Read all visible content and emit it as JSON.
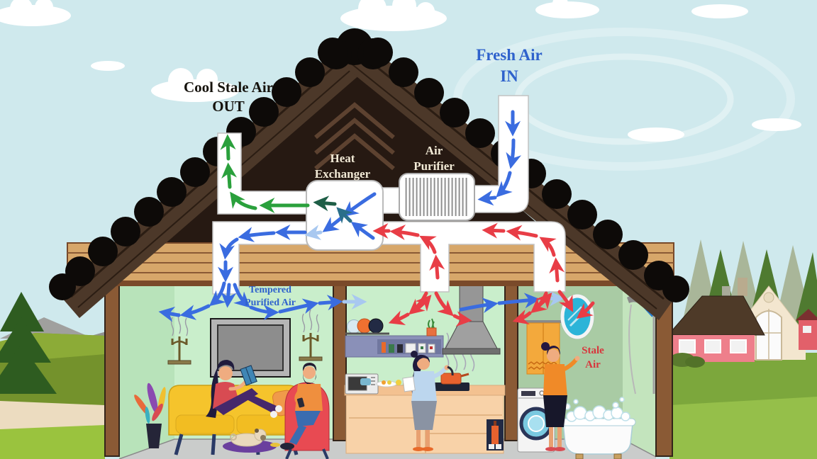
{
  "diagram": {
    "title": "Home heat-recovery ventilation diagram",
    "labels": {
      "cool_out_1": "Cool Stale Air",
      "cool_out_2": "OUT",
      "fresh_in_1": "Fresh Air",
      "fresh_in_2": "IN",
      "heat_exchanger_1": "Heat",
      "heat_exchanger_2": "Exchanger",
      "air_purifier_1": "Air",
      "air_purifier_2": "Purifier",
      "tempered_1": "Tempered",
      "tempered_2": "Purified Air",
      "stale_1": "Stale",
      "stale_2": "Air"
    },
    "palette": {
      "sky": "#cfe9ed",
      "label_blue": "#2f62cc",
      "label_black": "#15120c",
      "label_cream": "#f2ead6",
      "label_red": "#d8353c",
      "arrow_blue": "#3a6ce0",
      "arrow_light_blue": "#a8c8f0",
      "arrow_green": "#2aa03c",
      "arrow_dark_green": "#1e5e46",
      "arrow_teal": "#2a6f8a",
      "arrow_red": "#e83d46",
      "roof_brown": "#4c3829",
      "attic_dark": "#261912",
      "duct_white": "#ffffff",
      "wall_mint": "#c9eecb",
      "wall_green": "#a9cba4",
      "sofa_yellow": "#f5c42c",
      "armchair_red": "#e84a52"
    }
  }
}
